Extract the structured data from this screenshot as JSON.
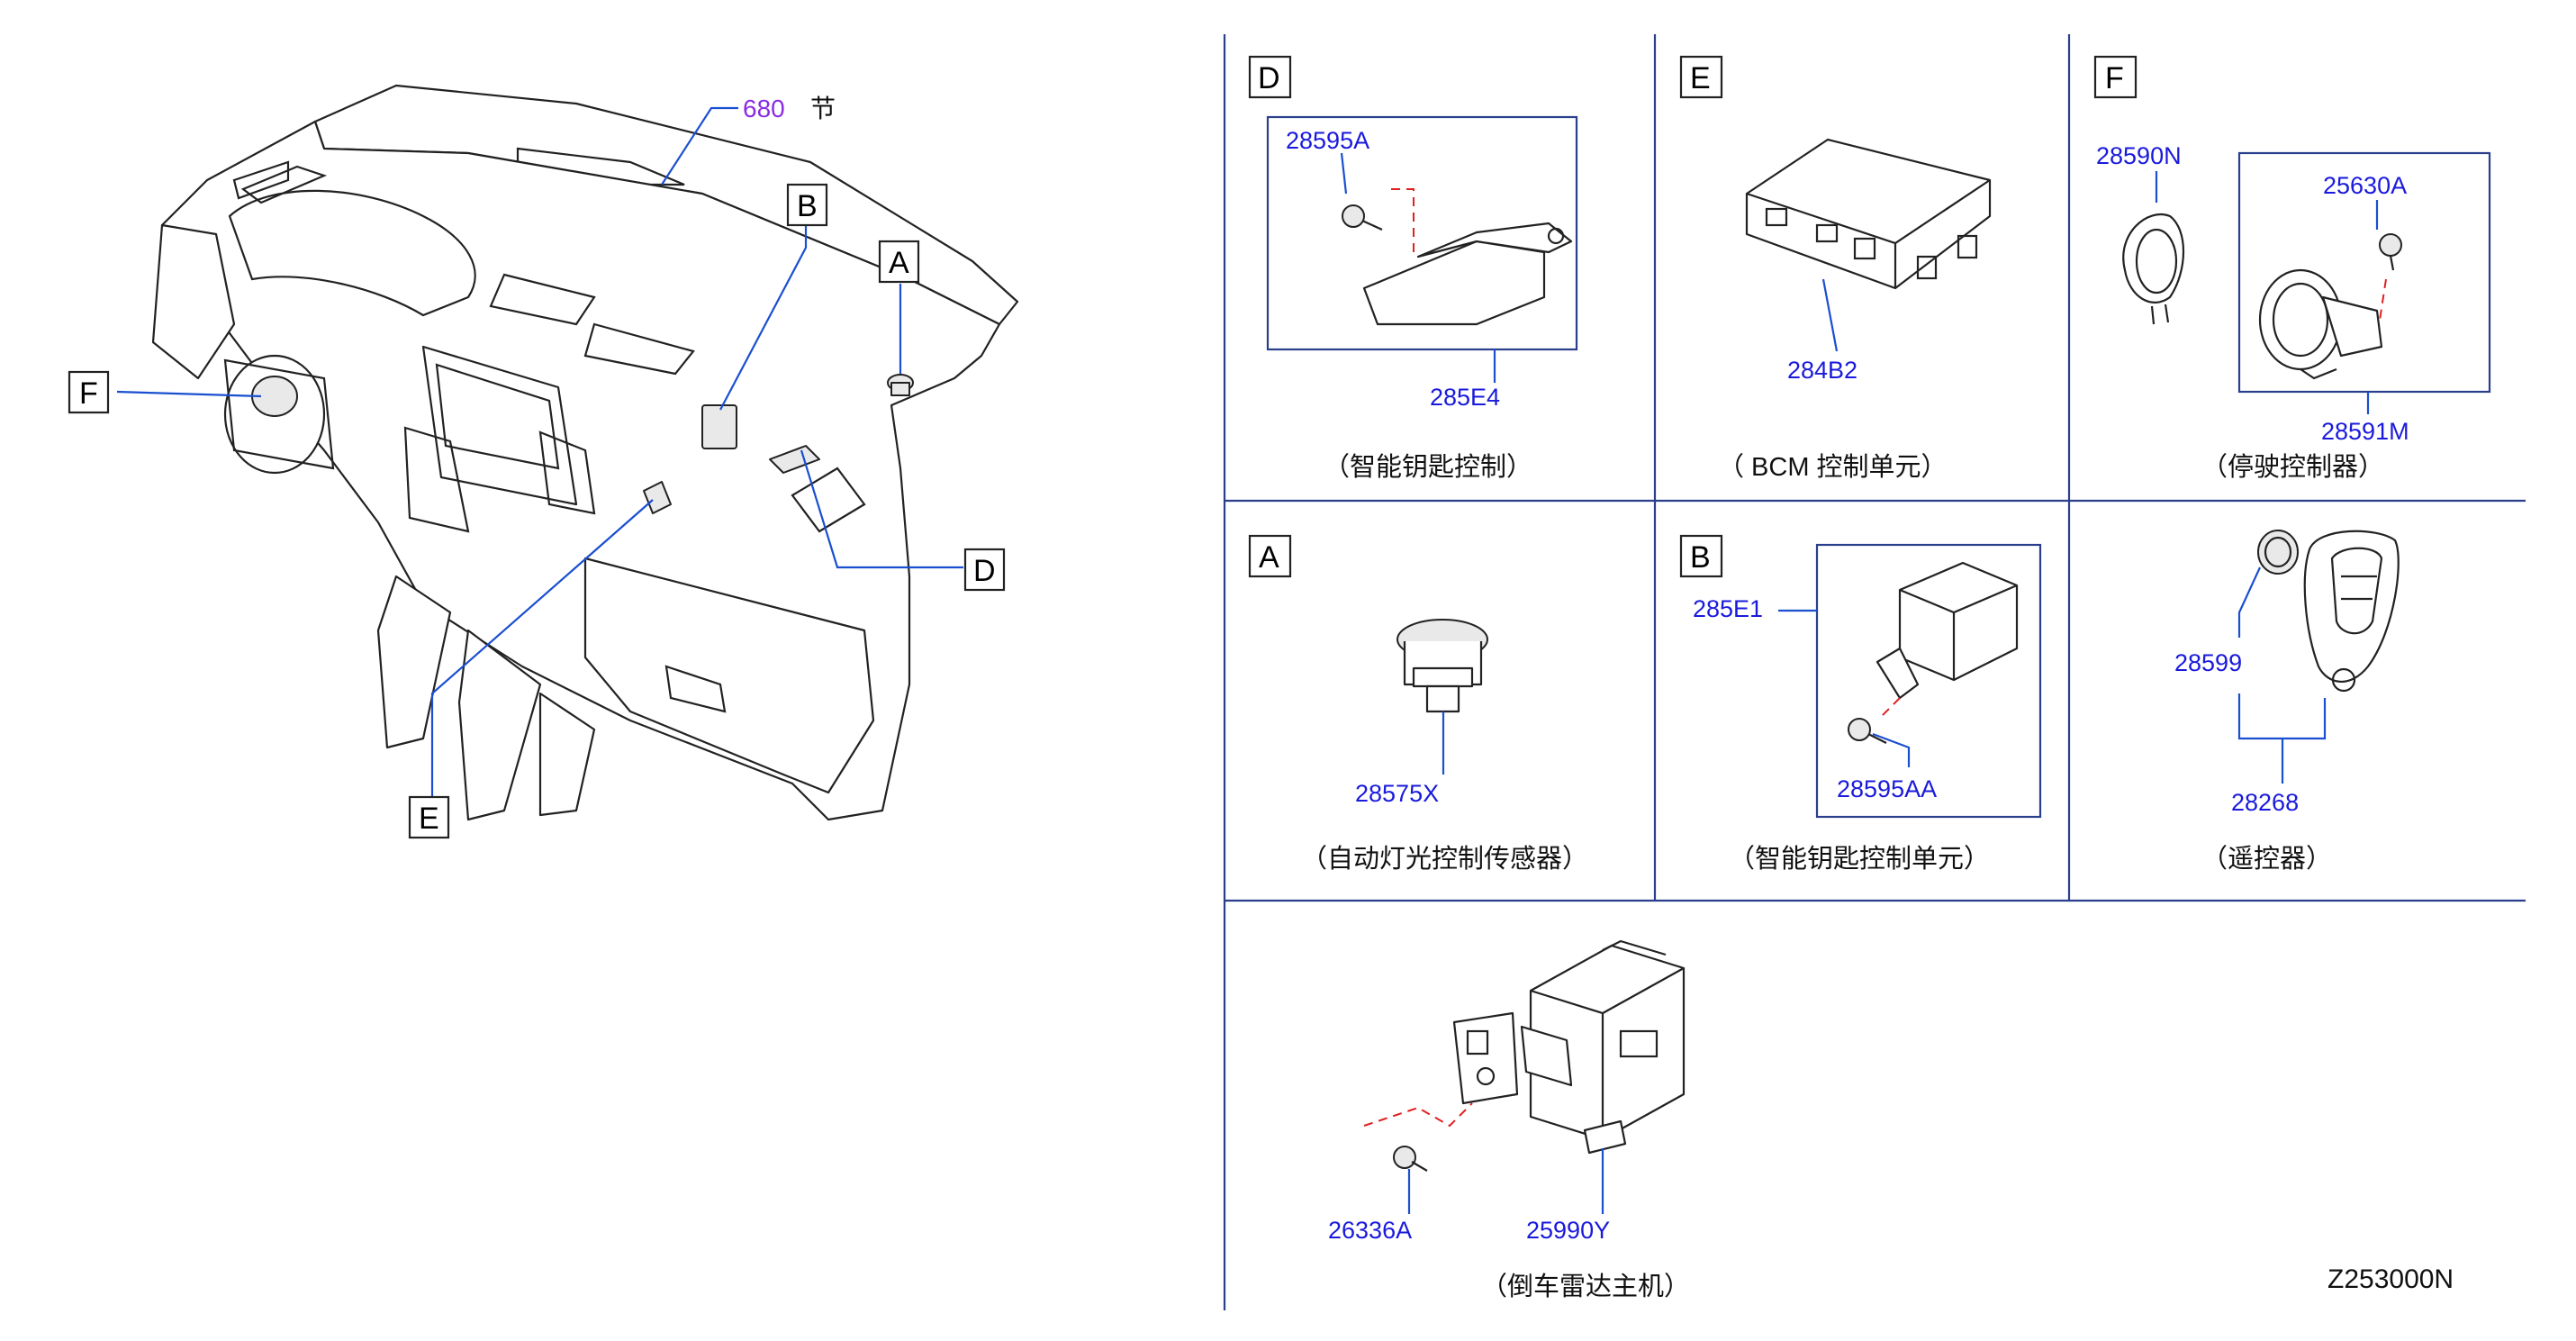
{
  "overview": {
    "ref_number": "680",
    "ref_suffix": "节",
    "callouts": {
      "A": "A",
      "B": "B",
      "D": "D",
      "E": "E",
      "F": "F"
    }
  },
  "panels": {
    "D": {
      "letter": "D",
      "part_top": "28595A",
      "part_bottom": "285E4",
      "caption": "（智能钥匙控制）"
    },
    "E": {
      "letter": "E",
      "part": "284B2",
      "caption": "（ BCM  控制单元）"
    },
    "F": {
      "letter": "F",
      "part_left": "28590N",
      "part_screw": "25630A",
      "part_bottom": "28591M",
      "caption": "（停驶控制器）"
    },
    "A": {
      "letter": "A",
      "part": "28575X",
      "caption": "（自动灯光控制传感器）"
    },
    "B": {
      "letter": "B",
      "part_left": "285E1",
      "part_bottom": "28595AA",
      "caption": "（智能钥匙控制单元）"
    },
    "R": {
      "part_ring": "28599",
      "part_assy": "28268",
      "caption": "（遥控器）"
    },
    "P": {
      "part_screw": "26336A",
      "part_unit": "25990Y",
      "caption": "（倒车雷达主机）"
    }
  },
  "diagram_id": "Z253000N",
  "colors": {
    "part_number": "#1a1adc",
    "leader": "#1a4fd0",
    "ref_number": "#8a2be2",
    "grid": "#2a3f8c",
    "dash": "#e02020"
  }
}
